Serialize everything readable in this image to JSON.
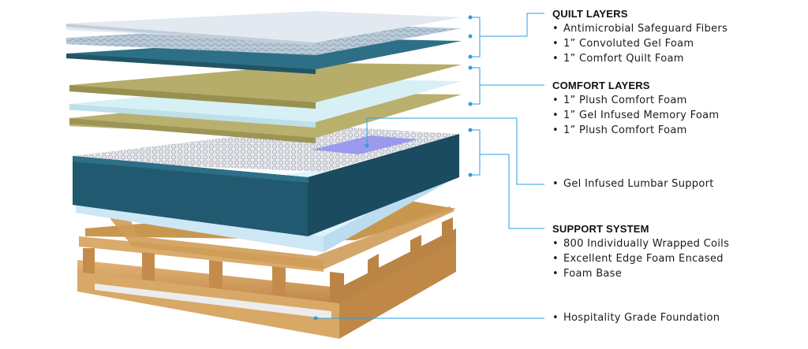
{
  "colors": {
    "callout_line": "#2a9fe0",
    "quilt_top": "#dfe6ee",
    "quilt_teal": "#2d6f86",
    "comfort_gold": "#b6ad6a",
    "comfort_blue": "#d6f0f6",
    "cover_teal": "#24596f",
    "lumbar_purple": "#8f8ef0",
    "wood": "#d4a262"
  },
  "sections": {
    "quilt": {
      "title": "QUILT LAYERS",
      "items": [
        "Antimicrobial Safeguard Fibers",
        "1” Convoluted Gel Foam",
        "1” Comfort Quilt Foam"
      ]
    },
    "comfort": {
      "title": "COMFORT LAYERS",
      "items": [
        "1” Plush Comfort Foam",
        "1” Gel Infused Memory Foam",
        "1” Plush Comfort Foam"
      ]
    },
    "lumbar": {
      "item": "Gel Infused Lumbar Support"
    },
    "support": {
      "title": "SUPPORT SYSTEM",
      "items": [
        "800 Individually Wrapped Coils",
        "Excellent Edge Foam Encased",
        "Foam Base"
      ]
    },
    "foundation": {
      "item": "Hospitality Grade Foundation"
    }
  },
  "bullet": "•"
}
